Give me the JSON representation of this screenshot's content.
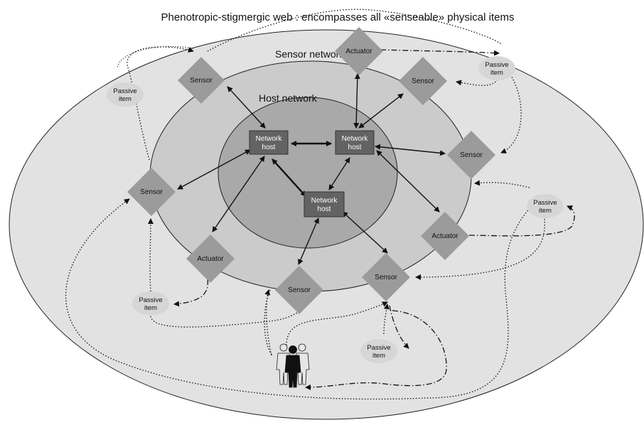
{
  "title": "Phenotropic-stigmergic web : encompasses all «senseable» physical items",
  "layers": {
    "sensor_network": "Sensor network",
    "host_network": "Host network"
  },
  "hosts": [
    {
      "id": "h1",
      "line1": "Network",
      "line2": "host"
    },
    {
      "id": "h2",
      "line1": "Network",
      "line2": "host"
    },
    {
      "id": "h3",
      "line1": "Network",
      "line2": "host"
    }
  ],
  "sensors": [
    {
      "id": "s1",
      "label": "Sensor"
    },
    {
      "id": "s2",
      "label": "Sensor"
    },
    {
      "id": "s3",
      "label": "Sensor"
    },
    {
      "id": "s4",
      "label": "Sensor"
    },
    {
      "id": "s5",
      "label": "Sensor"
    },
    {
      "id": "s6",
      "label": "Sensor"
    }
  ],
  "actuators": [
    {
      "id": "a1",
      "label": "Actuator"
    },
    {
      "id": "a2",
      "label": "Actuator"
    },
    {
      "id": "a3",
      "label": "Actuator"
    }
  ],
  "passive_items": [
    {
      "id": "p1",
      "line1": "Passive",
      "line2": "item"
    },
    {
      "id": "p2",
      "line1": "Passive",
      "line2": "item"
    },
    {
      "id": "p3",
      "line1": "Passive",
      "line2": "item"
    },
    {
      "id": "p4",
      "line1": "Passive",
      "line2": "item"
    },
    {
      "id": "p5",
      "line1": "Passive",
      "line2": "item"
    }
  ],
  "colors": {
    "outer_ellipse": "#e2e2e2",
    "sensor_ring": "#cbcbcb",
    "host_ring": "#a9a9a9",
    "node_diamond": "#9b9b9b",
    "host_box": "#636363",
    "passive_item": "#d6d6d6"
  },
  "icons": [
    "people-group-icon"
  ]
}
